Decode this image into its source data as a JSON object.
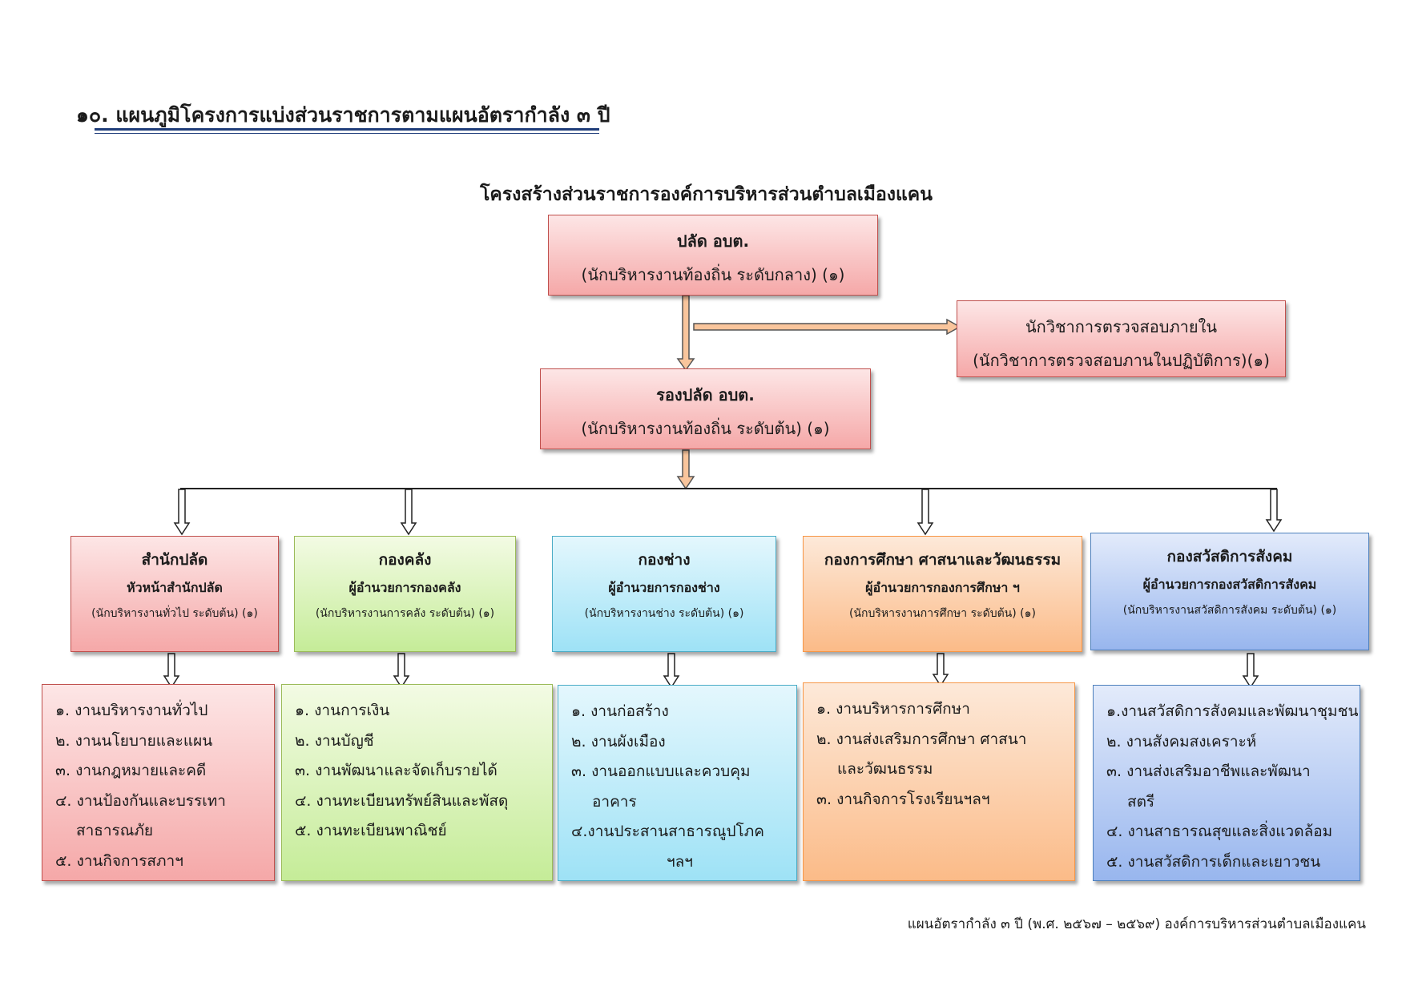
{
  "heading": "๑๐. แผนภูมิโครงการแบ่งส่วนราชการตามแผนอัตรากำลัง  ๓  ปี",
  "chart_title": "โครงสร้างส่วนราชการองค์การบริหารส่วนตำบลเมืองแคน",
  "palad": {
    "title": "ปลัด อบต.",
    "sub": "(นักบริหารงานท้องถิ่น ระดับกลาง) (๑)"
  },
  "audit": {
    "line1": "นักวิชาการตรวจสอบภายใน",
    "line2": "(นักวิชาการตรวจสอบภานในปฏิบัติการ)(๑)"
  },
  "deputy": {
    "title": "รองปลัด อบต.",
    "sub": "(นักบริหารงานท้องถิ่น ระดับต้น) (๑)"
  },
  "divisions": [
    {
      "title": "สำนักปลัด",
      "head": "หัวหน้าสำนักปลัด",
      "position": "(นักบริหารงานทั่วไป ระดับต้น) (๑)",
      "color": "#f5a8a8",
      "tasks": [
        "๑. งานบริหารงานทั่วไป",
        "๒. งานนโยบายและแผน",
        "๓. งานกฎหมายและคดี",
        "๔. งานป้องกันและบรรเทา",
        "สาธารณภัย",
        "๕. งานกิจการสภาฯ"
      ]
    },
    {
      "title": "กองคลัง",
      "head": "ผู้อำนวยการกองคลัง",
      "position": "(นักบริหารงานการคลัง ระดับต้น) (๑)",
      "color": "#c5ec98",
      "tasks": [
        "๑. งานการเงิน",
        "๒. งานบัญชี",
        "๓. งานพัฒนาและจัดเก็บรายได้",
        "๔. งานทะเบียนทรัพย์สินและพัสดุ",
        "๕. งานทะเบียนพาณิชย์"
      ]
    },
    {
      "title": "กองช่าง",
      "head": "ผู้อำนวยการกองช่าง",
      "position": "(นักบริหารงานช่าง ระดับต้น) (๑)",
      "color": "#9ee2f6",
      "tasks": [
        "๑. งานก่อสร้าง",
        "๒. งานผังเมือง",
        "๓. งานออกแบบและควบคุม",
        "อาคาร",
        "๔.งานประสานสาธารณูปโภค",
        "ฯลฯ"
      ]
    },
    {
      "title": "กองการศึกษา ศาสนาและวัฒนธรรม",
      "head": "ผู้อำนวยการกองการศึกษา ฯ",
      "position": "(นักบริหารงานการศึกษา ระดับต้น) (๑)",
      "color": "#fbbb88",
      "tasks": [
        "๑.   งานบริหารการศึกษา",
        "๒.  งานส่งเสริมการศึกษา ศาสนา",
        "และวัฒนธรรม",
        "๓.  งานกิจการโรงเรียนฯลฯ"
      ]
    },
    {
      "title": "กองสวัสดิการสังคม",
      "head": "ผู้อำนวยการกองสวัสดิการสังคม",
      "position": "(นักบริหารงานสวัสดิการสังคม ระดับต้น) (๑)",
      "color": "#98b6ee",
      "tasks": [
        "๑.งานสวัสดิการสังคมและพัฒนาชุมชน",
        "๒. งานสังคมสงเคราะห์",
        "๓. งานส่งเสริมอาชีพและพัฒนา",
        "สตรี",
        "๔. งานสาธารณสุขและสิ่งแวดล้อม",
        "๕. งานสวัสดิการเด็กและเยาวชน"
      ]
    }
  ],
  "footer": "แผนอัตรากำลัง ๓ ปี (พ.ศ. ๒๕๖๗ – ๒๕๖๙)  องค์การบริหารส่วนตำบลเมืองแคน"
}
